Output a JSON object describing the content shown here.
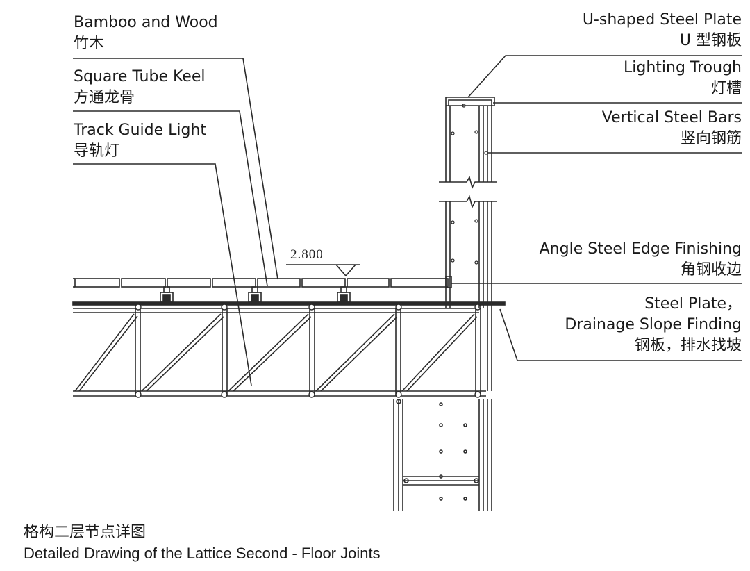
{
  "labels_left": [
    {
      "en": "Bamboo and Wood",
      "zh": "竹木"
    },
    {
      "en": "Square Tube Keel",
      "zh": "方通龙骨"
    },
    {
      "en": "Track Guide Light",
      "zh": "导轨灯"
    }
  ],
  "labels_right": [
    {
      "en": "U-shaped Steel Plate",
      "zh": "U 型钢板"
    },
    {
      "en": "Lighting Trough",
      "zh": "灯槽"
    },
    {
      "en": "Vertical Steel Bars",
      "zh": "竖向钢筋"
    },
    {
      "en": "Angle Steel Edge Finishing",
      "zh": "角钢收边"
    },
    {
      "en": "Steel Plate，",
      "en2": "Drainage Slope Finding",
      "zh": "钢板，排水找坡"
    }
  ],
  "elevation_mark": "2.800",
  "caption": {
    "zh": "格构二层节点详图",
    "en": "Detailed Drawing of the Lattice Second - Floor Joints"
  },
  "colors": {
    "line": "#2a2a2a",
    "text": "#1a1a1a",
    "background": "#ffffff"
  }
}
